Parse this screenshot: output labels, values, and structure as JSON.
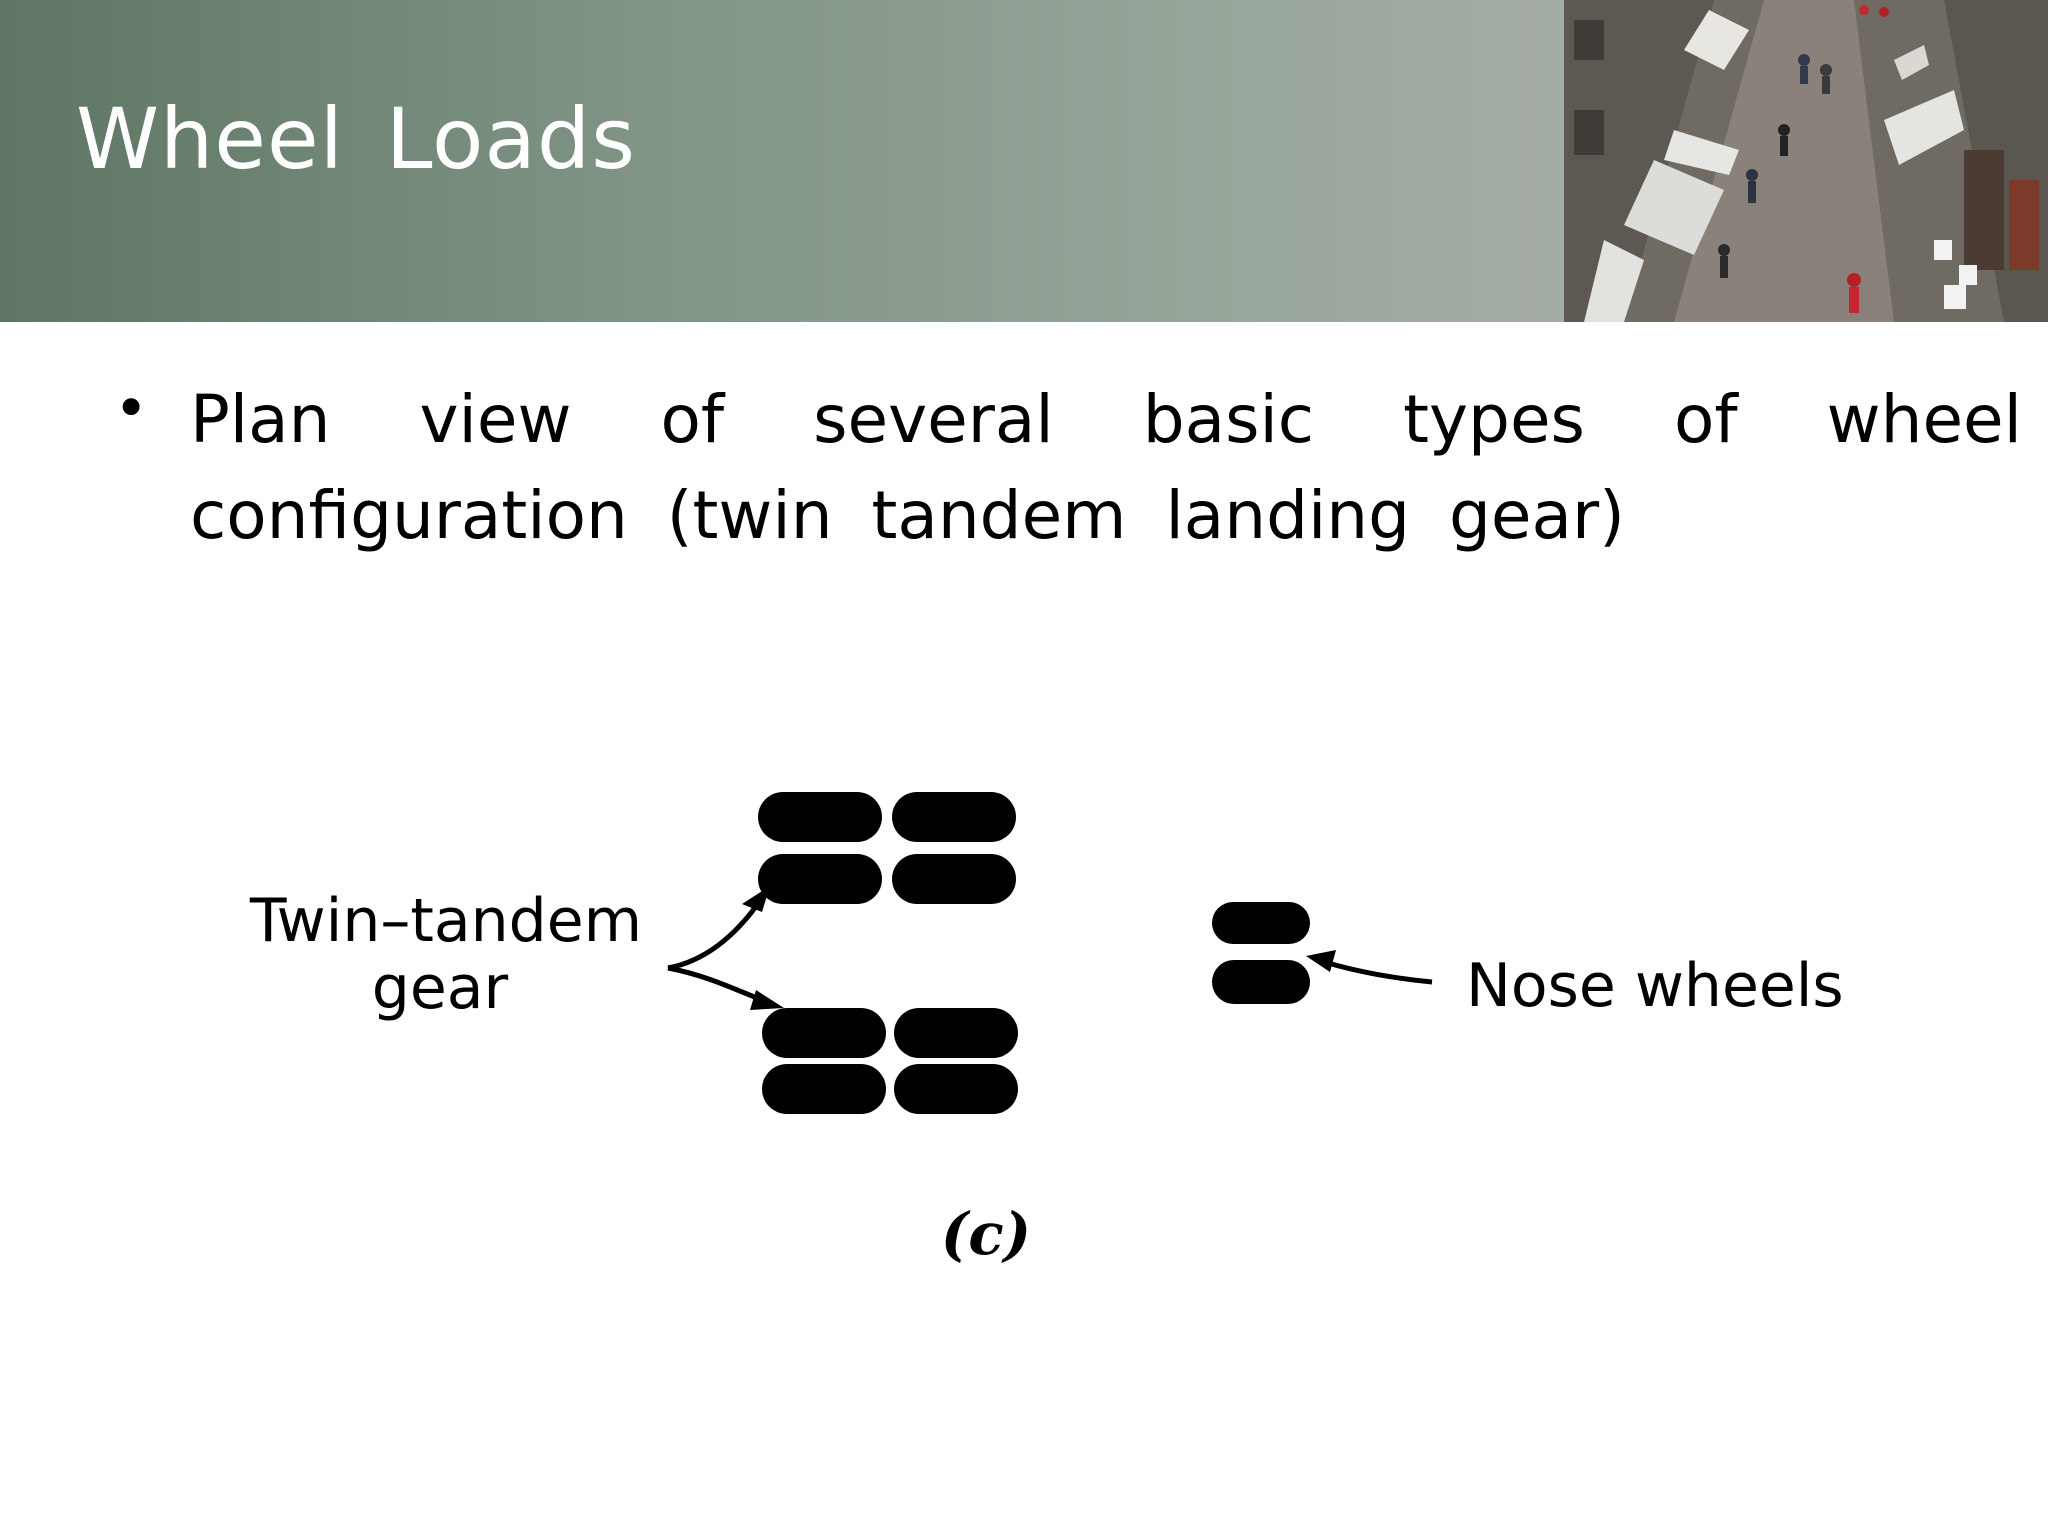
{
  "slide": {
    "title": "Wheel Loads",
    "bullet": "Plan view of several basic types of wheel configuration (twin tandem landing gear)"
  },
  "figure": {
    "label_twin_tandem_line1": "Twin–tandem",
    "label_twin_tandem_line2": "gear",
    "label_nose": "Nose wheels",
    "caption": "(c)"
  },
  "colors": {
    "header_start": "#5f7664",
    "header_end": "#a6aea6",
    "title_text": "#ffffff",
    "ink": "#000000"
  },
  "icons": {
    "header_photo": "street-scene-photo"
  }
}
